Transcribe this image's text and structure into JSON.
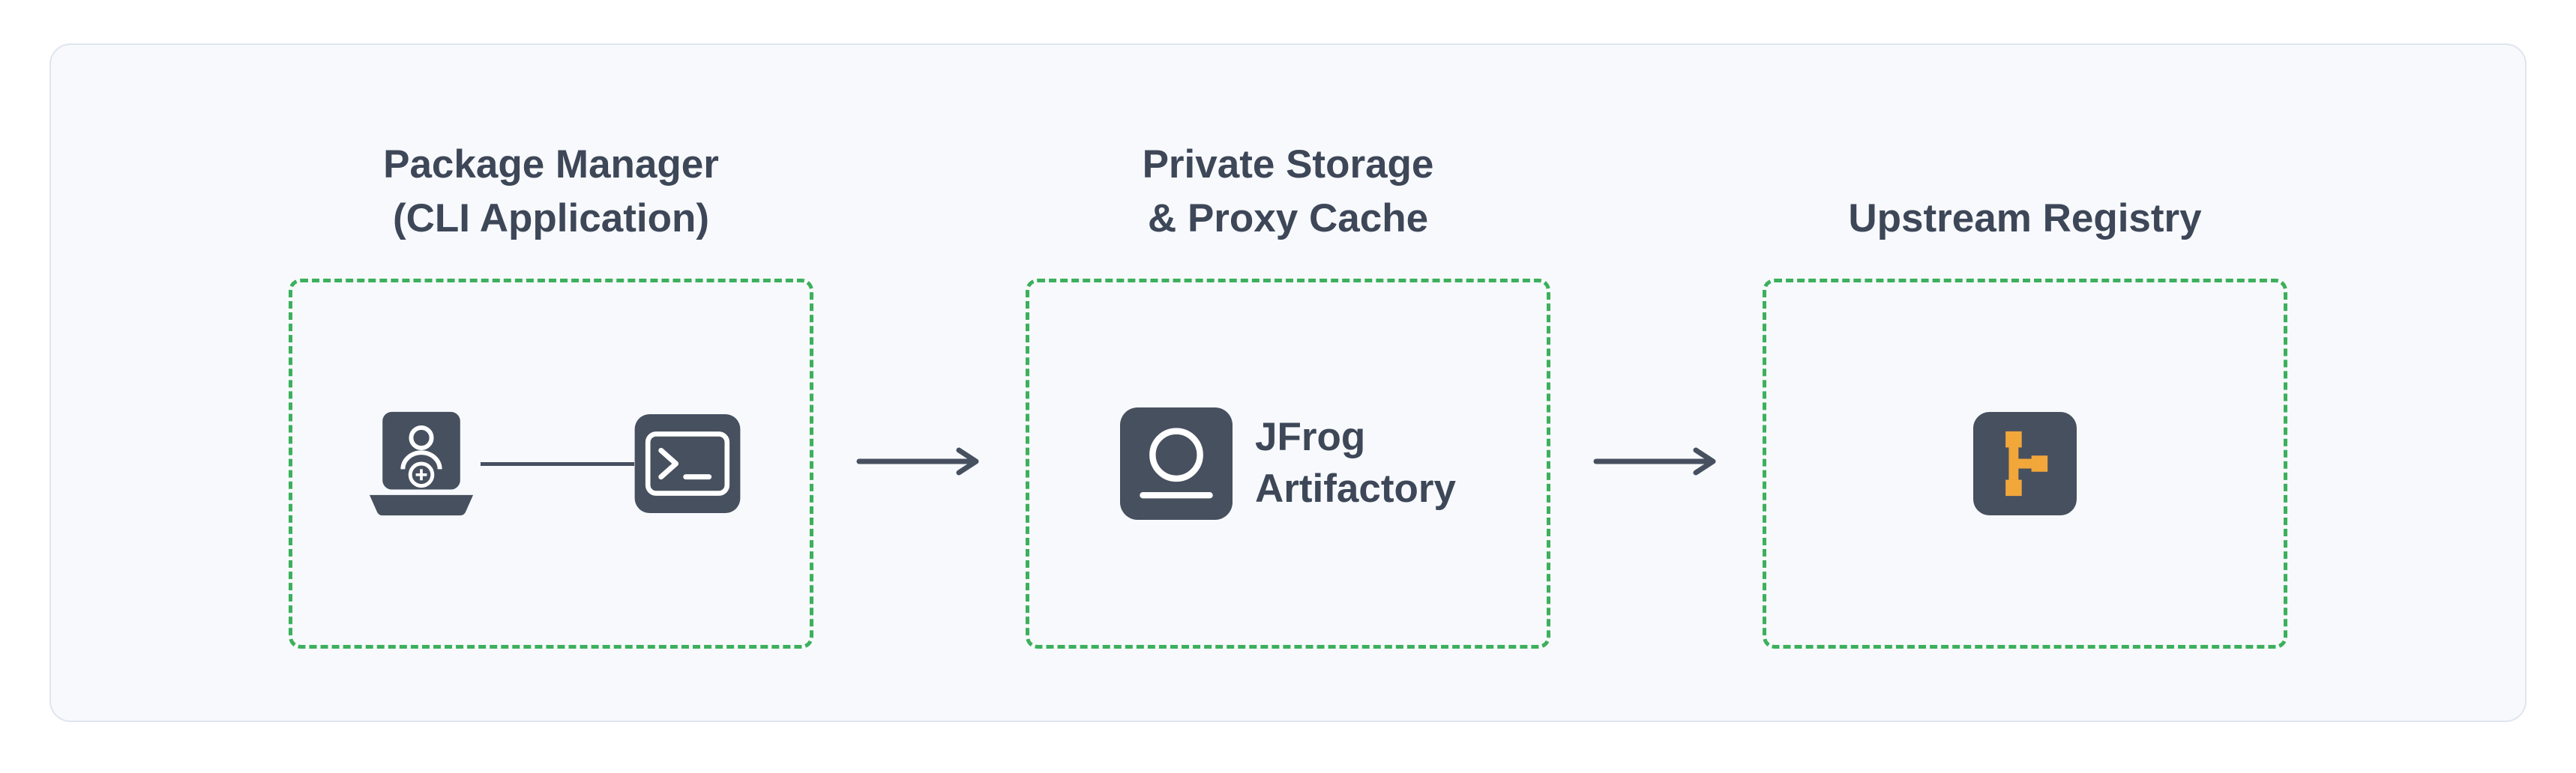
{
  "diagram": {
    "nodes": [
      {
        "id": "package-manager",
        "title_line1": "Package Manager",
        "title_line2": "(CLI Application)",
        "icons": [
          "laptop-user-icon",
          "terminal-icon"
        ],
        "connector": "plain-line"
      },
      {
        "id": "jfrog-artifactory",
        "title_line1": "Private Storage",
        "title_line2": "& Proxy Cache",
        "icons": [
          "jfrog-artifactory-icon"
        ],
        "label_line1": "JFrog",
        "label_line2": "Artifactory"
      },
      {
        "id": "upstream-registry",
        "title_line1": "Upstream Registry",
        "icons": [
          "upstream-registry-branch-icon"
        ]
      }
    ],
    "connections": [
      {
        "from": "package-manager",
        "to": "jfrog-artifactory",
        "type": "arrow-right"
      },
      {
        "from": "jfrog-artifactory",
        "to": "upstream-registry",
        "type": "arrow-right"
      }
    ],
    "colors": {
      "page_background": "#ffffff",
      "panel_background": "#f7f9fc",
      "panel_border": "#dfe5ee",
      "dashed_box_border": "#3cb05c",
      "icon_fill": "#47505f",
      "icon_glyph": "#ffffff",
      "registry_glyph_orange": "#f2a73b",
      "title_text": "#3d4758",
      "arrow": "#47505f"
    }
  }
}
